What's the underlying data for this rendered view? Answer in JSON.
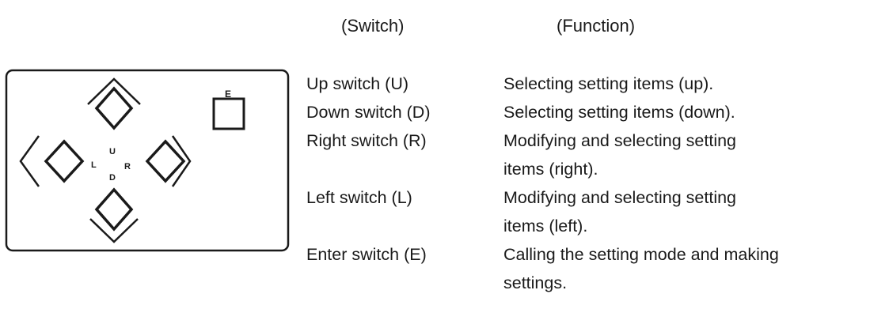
{
  "headers": {
    "switch": "(Switch)",
    "function": "(Function)"
  },
  "panel_labels": {
    "up": "U",
    "down": "D",
    "left": "L",
    "right": "R",
    "enter": "E"
  },
  "rows": [
    {
      "switch": "Up switch (U)",
      "function": [
        "Selecting setting items (up)."
      ]
    },
    {
      "switch": "Down switch (D)",
      "function": [
        "Selecting setting items (down)."
      ]
    },
    {
      "switch": "Right switch (R)",
      "function": [
        "Modifying and selecting setting",
        "items (right)."
      ]
    },
    {
      "switch": "Left switch (L)",
      "function": [
        "Modifying and selecting setting",
        "items (left)."
      ]
    },
    {
      "switch": "Enter switch (E)",
      "function": [
        "Calling the setting mode and making",
        "settings."
      ]
    }
  ]
}
